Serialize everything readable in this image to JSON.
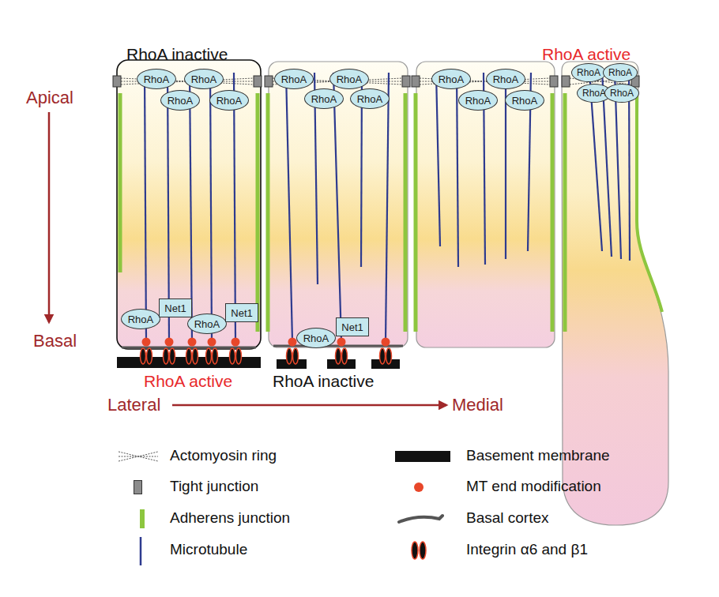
{
  "diagram": {
    "nodes": [
      {
        "text": [
          "RhoA"
        ]
      },
      {
        "text": [
          "RhoA"
        ]
      },
      {
        "text": [
          "RhoA"
        ]
      },
      {
        "text": [
          "RhoA"
        ]
      },
      {
        "text": [
          "RhoA"
        ]
      },
      {
        "text": [
          "RhoA"
        ]
      },
      {
        "text": [
          "RhoA"
        ]
      },
      {
        "text": [
          "RhoA"
        ]
      },
      {
        "text": [
          "RhoA"
        ]
      },
      {
        "text": [
          "RhoA"
        ]
      },
      {
        "text": [
          "RhoA"
        ]
      },
      {
        "text": [
          "RhoA"
        ]
      },
      {
        "text": [
          "RhoA"
        ]
      },
      {
        "text": [
          "RhoA"
        ]
      },
      {
        "text": [
          "RhoA"
        ]
      },
      {
        "text": [
          "RhoA"
        ]
      },
      {
        "text": [
          "RhoA"
        ]
      },
      {
        "text": [
          "Net1"
        ]
      },
      {
        "text": [
          "RhoA"
        ]
      },
      {
        "text": [
          "Net1"
        ]
      },
      {
        "text": [
          "RhoA"
        ]
      },
      {
        "text": [
          "Net1"
        ]
      }
    ],
    "labels": [
      "RhoA inactive",
      "RhoA active",
      "Apical",
      "Basal",
      "RhoA active",
      "RhoA inactive",
      "Lateral",
      "Medial"
    ],
    "legend": [
      {
        "text": "Actomyosin ring"
      },
      {
        "text": "Basement membrane",
        "color": "#111111"
      },
      {
        "text": "Tight junction",
        "color": "#8c8c8c"
      },
      {
        "text": "MT end modification",
        "color": "#e8472a"
      },
      {
        "text": "Adherens junction",
        "color": "#8dc63f"
      },
      {
        "text": "Basal cortex"
      },
      {
        "text": "Microtubule"
      },
      {
        "text": "Integrin α6 and β1"
      }
    ]
  }
}
